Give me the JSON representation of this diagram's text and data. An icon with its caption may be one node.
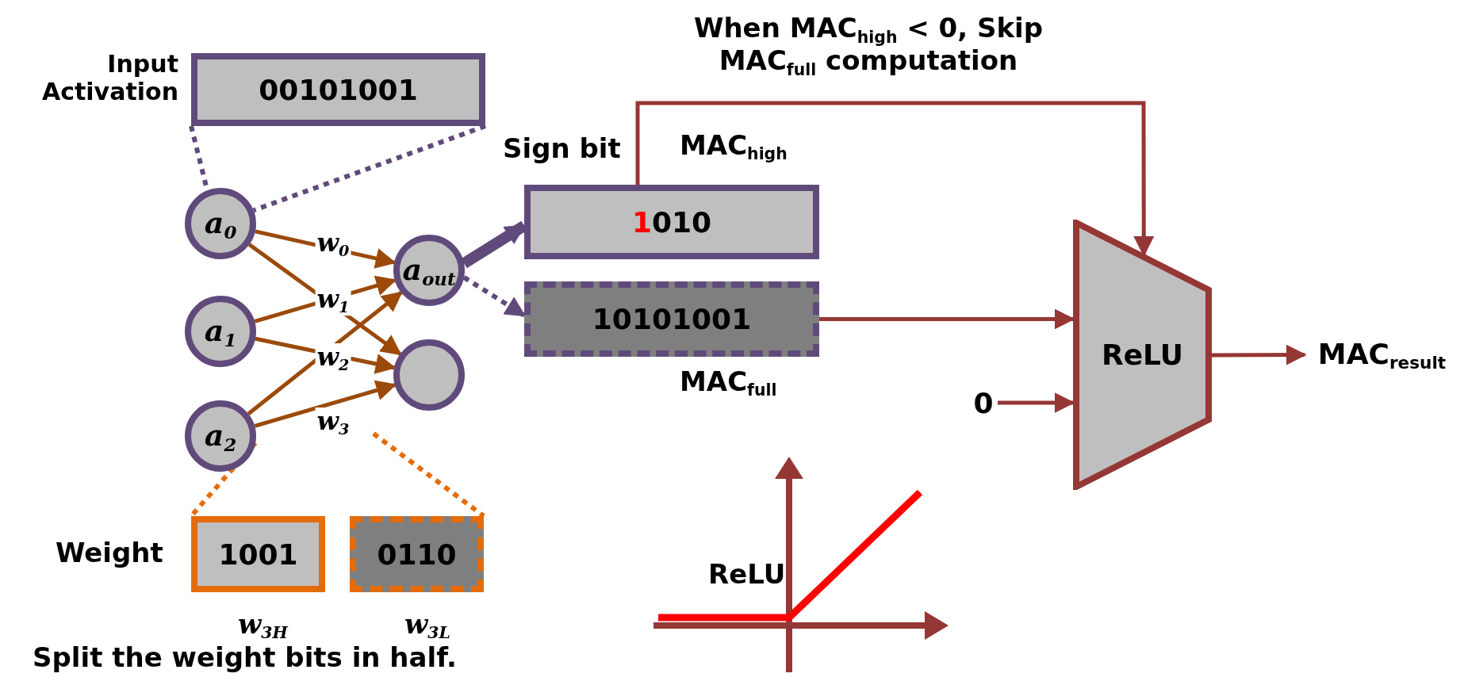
{
  "diagram": {
    "nodes": [
      {
        "text": [
          "00101001"
        ]
      },
      {
        "text": [
          "a$_{0}$"
        ]
      },
      {
        "text": [
          "a$_{1}$"
        ]
      },
      {
        "text": [
          "a$_{2}$"
        ]
      },
      {
        "text": [
          "a$_{out}$"
        ]
      },
      {
        "text": [],
        "shape": "circle"
      },
      {
        "text": [
          "1010"
        ],
        "beside": [
          "MAC$_{high}$"
        ]
      },
      {
        "text": [
          "10101001"
        ],
        "beside": [
          "MAC$_{full}$"
        ]
      },
      {
        "text": [
          "ReLU"
        ]
      },
      {
        "text": [
          "0"
        ]
      },
      {
        "text": [
          "MAC$_{result}$"
        ]
      },
      {
        "text": [
          "1001"
        ]
      },
      {
        "text": [
          "0110"
        ]
      }
    ],
    "edges": [
      {
        "from": 0,
        "to": 1,
        "arrow": "none",
        "style": "dashed",
        "color": "#604a7b"
      },
      {
        "from": 0,
        "to": 1,
        "arrow": "none",
        "style": "dashed",
        "color": "#604a7b"
      },
      {
        "from": 1,
        "to": 4,
        "arrow": "to",
        "label": "w$_{0}$"
      },
      {
        "from": 1,
        "to": 5,
        "arrow": "to"
      },
      {
        "from": 2,
        "to": 4,
        "arrow": "to",
        "label": "w$_{1}$"
      },
      {
        "from": 2,
        "to": 5,
        "arrow": "to"
      },
      {
        "from": 3,
        "to": 4,
        "arrow": "to",
        "label": "w$_{2}$"
      },
      {
        "from": 3,
        "to": 5,
        "arrow": "to",
        "label": "w$_{3}$"
      },
      {
        "from": 3,
        "to": 11,
        "arrow": "none",
        "style": "dashed",
        "color": "#e46c0a"
      },
      {
        "from": null,
        "to": 12,
        "arrow": "none",
        "style": "dashed",
        "color": "#e46c0a"
      },
      {
        "from": 4,
        "to": 6,
        "arrow": "to",
        "style": "thick",
        "color": "#604a7b"
      },
      {
        "from": 4,
        "to": 7,
        "arrow": "to",
        "style": "dashed",
        "color": "#604a7b"
      },
      {
        "from": 7,
        "to": 8,
        "arrow": "to",
        "color": "#953735"
      },
      {
        "from": 6,
        "to": 8,
        "arrow": "to",
        "label": "When MAC$_{high}$ < 0, Skip MAC$_{full}$ computation",
        "color": "#953735"
      },
      {
        "from": 9,
        "to": 8,
        "arrow": "to",
        "color": "#953735"
      },
      {
        "from": 8,
        "to": 10,
        "arrow": "to",
        "color": "#953735"
      }
    ],
    "labels": [
      "Input Activation",
      "Sign bit",
      "Weight",
      "w$_{3H}$",
      "w$_{3L}$",
      "ReLU",
      "Split the weight bits in half."
    ]
  }
}
